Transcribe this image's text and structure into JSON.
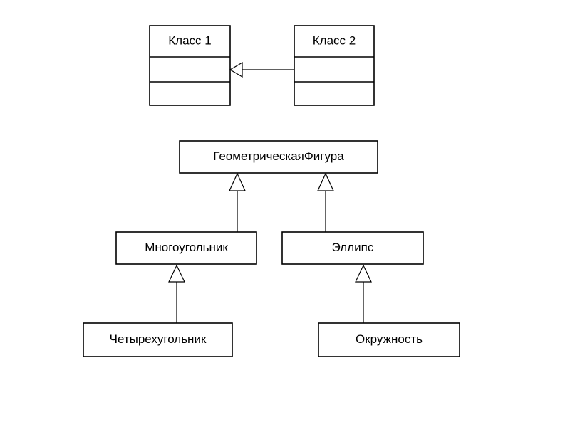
{
  "uml_example": {
    "class1": "Класс 1",
    "class2": "Класс 2"
  },
  "hierarchy": {
    "root": "ГеометрическаяФигура",
    "polygon": "Многоугольник",
    "ellipse": "Эллипс",
    "quadrilateral": "Четырехугольник",
    "circle": "Окружность"
  },
  "colors": {
    "stroke": "#000000",
    "background": "#ffffff"
  }
}
